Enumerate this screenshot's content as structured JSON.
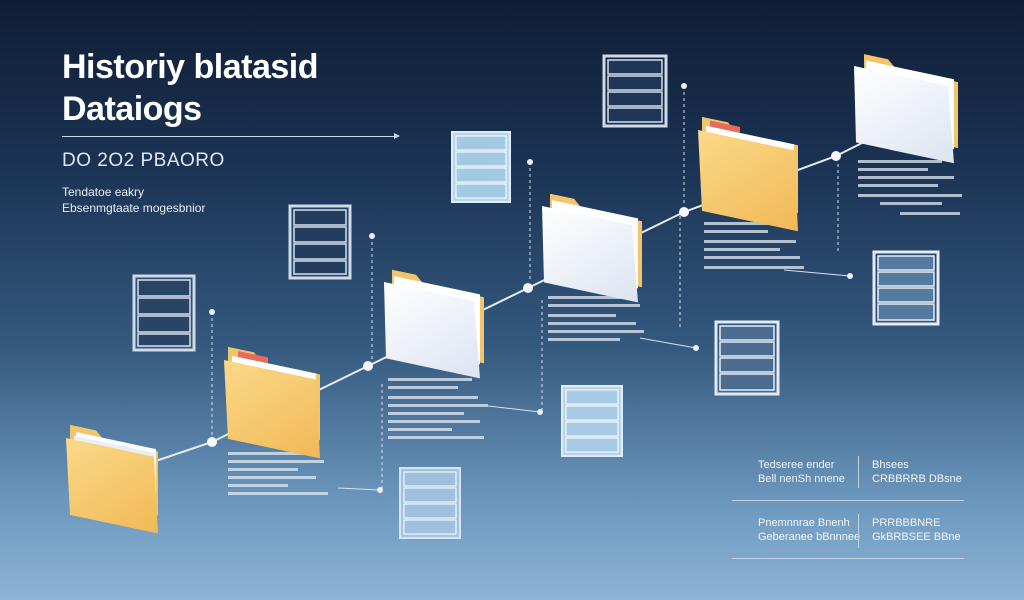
{
  "title": {
    "line1": "Historiy blatasid",
    "line2": "Dataiogs"
  },
  "subtitle": "DO 2O2 PBAORO",
  "caption": {
    "line1": "Tendatoe eakry",
    "line2": "Ebsenmgtaate mogesbnior"
  },
  "legend": {
    "left_top_1": "Tedseree ender",
    "left_top_2": "Bell nenSh nnene",
    "right_top_1": "Bhsees",
    "right_top_2": "CRBBRRB DBsne",
    "left_bottom_1": "Pnemnnrae Bnenh",
    "left_bottom_2": "Geberanee bBnnnee",
    "right_bottom_1": "PRRBBBNRE",
    "right_bottom_2": "GkBRBSEE BBne"
  },
  "colors": {
    "folder_yellow": "#f6c770",
    "folder_white": "#eef2fb",
    "server_slate": "#c9d4e2",
    "server_blue": "#b5d6ec",
    "tab_red": "#e86a5a",
    "line": "#dfe8f4"
  },
  "icons": [
    "folder-icon",
    "server-icon",
    "timeline-node-icon"
  ]
}
